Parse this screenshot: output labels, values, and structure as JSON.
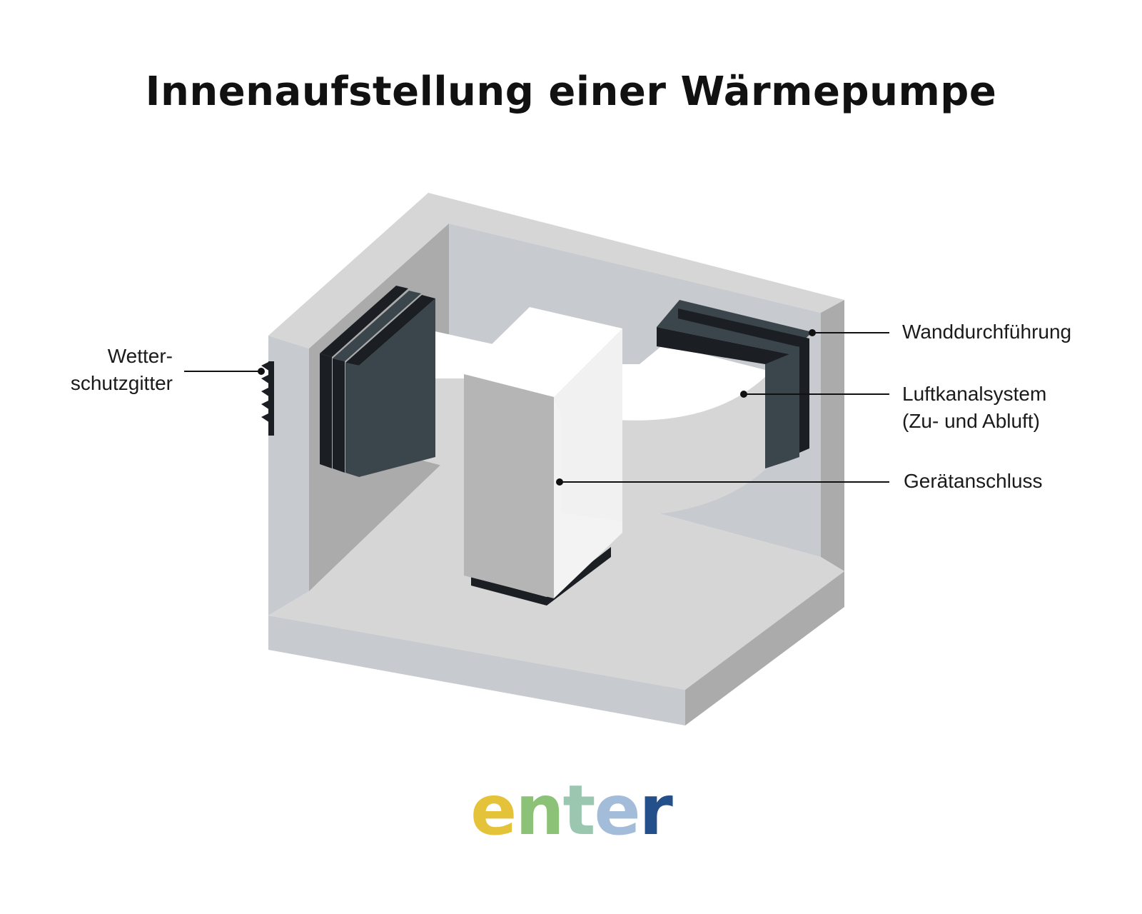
{
  "title": "Innenaufstellung einer Wärmepumpe",
  "labels": {
    "weather_grille_line1": "Wetter-",
    "weather_grille_line2": "schutzgitter",
    "wall_duct": "Wanddurchführung",
    "air_duct_line1": "Luftkanalsystem",
    "air_duct_line2": "(Zu- und Abluft)",
    "device_connection": "Gerätanschluss"
  },
  "logo": {
    "letters": [
      "e",
      "n",
      "t",
      "e",
      "r"
    ],
    "colors": [
      "#e4c33a",
      "#8cc178",
      "#9bc7b0",
      "#a3bcd9",
      "#23508a"
    ]
  },
  "colors": {
    "wall_light": "#d6d6d6",
    "wall_mid": "#c7cacf",
    "wall_dark": "#ababab",
    "duct_dark": "#1b1f24",
    "duct_slate": "#3b464c"
  }
}
